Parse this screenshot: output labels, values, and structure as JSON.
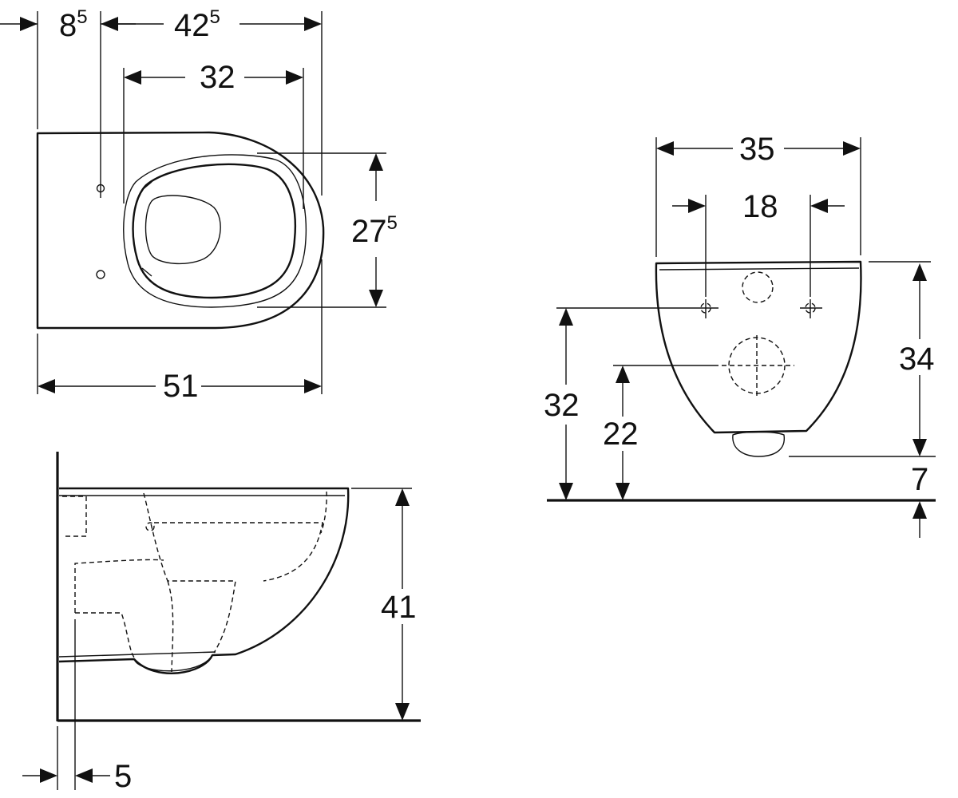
{
  "top_view": {
    "dim_offset": {
      "main": "8",
      "sup": "5"
    },
    "dim_overall_depth": {
      "main": "42",
      "sup": "5"
    },
    "dim_bowl_depth": {
      "main": "32",
      "sup": ""
    },
    "dim_bowl_width": {
      "main": "27",
      "sup": "5"
    },
    "dim_total_length": {
      "main": "51",
      "sup": ""
    }
  },
  "side_view": {
    "dim_height": {
      "main": "41",
      "sup": ""
    },
    "dim_wall_gap": {
      "main": "5",
      "sup": ""
    }
  },
  "front_view": {
    "dim_width": {
      "main": "35",
      "sup": ""
    },
    "dim_bolt_spacing": {
      "main": "18",
      "sup": ""
    },
    "dim_bolt_height": {
      "main": "32",
      "sup": ""
    },
    "dim_outlet_height": {
      "main": "22",
      "sup": ""
    },
    "dim_body_height": {
      "main": "34",
      "sup": ""
    },
    "dim_bottom_gap": {
      "main": "7",
      "sup": ""
    }
  }
}
